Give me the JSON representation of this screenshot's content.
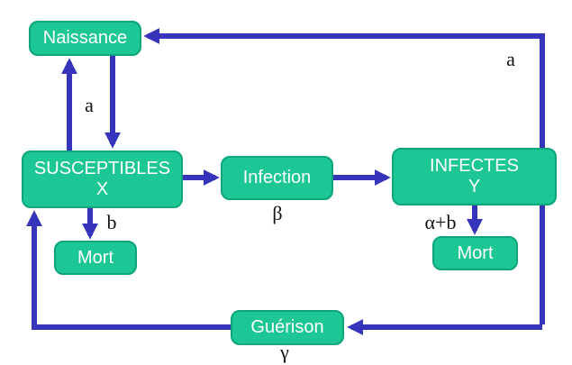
{
  "diagram": {
    "description": "Compartmental epidemic model flow diagram (French)",
    "nodes": {
      "naissance": {
        "label": "Naissance"
      },
      "susceptibles": {
        "line1": "SUSCEPTIBLES",
        "line2": "X"
      },
      "infection": {
        "label": "Infection"
      },
      "infectes": {
        "line1": "INFECTES",
        "line2": "Y"
      },
      "mort_left": {
        "label": "Mort"
      },
      "mort_right": {
        "label": "Mort"
      },
      "guerison": {
        "label": "Guérison"
      }
    },
    "edge_labels": {
      "a_between_naissance_and_susceptibles": "a",
      "a_top_right_feedback": "a",
      "b_susceptibles_to_mort": "b",
      "beta_infection_rate": "β",
      "alpha_plus_b_infectes_to_mort": "α+b",
      "gamma_guerison_rate": "γ"
    },
    "edges": [
      "INFECTES Y -> Naissance (rate a)",
      "Naissance -> SUSCEPTIBLES X",
      "SUSCEPTIBLES X -> Naissance (rate a)",
      "SUSCEPTIBLES X -> Mort (rate b)",
      "SUSCEPTIBLES X -> Infection",
      "Infection -> INFECTES Y (rate β)",
      "INFECTES Y -> Mort (rate α+b)",
      "INFECTES Y -> Guérison",
      "Guérison -> SUSCEPTIBLES X (rate γ)"
    ],
    "colors": {
      "node_fill": "#1dc795",
      "node_border": "#0ca57b",
      "node_text": "#ffffff",
      "arrow": "#3534bb",
      "label_text": "#111111",
      "background": "#ffffff"
    }
  }
}
